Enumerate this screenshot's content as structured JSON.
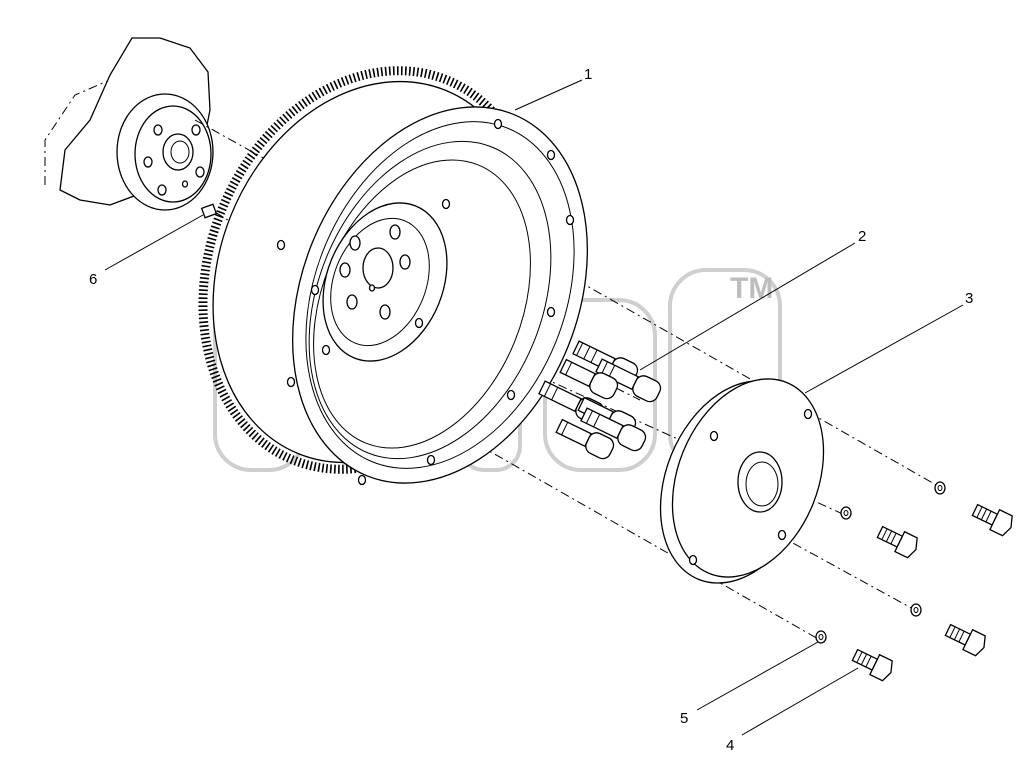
{
  "callouts": [
    {
      "id": "1",
      "label": "1"
    },
    {
      "id": "2",
      "label": "2"
    },
    {
      "id": "3",
      "label": "3"
    },
    {
      "id": "4",
      "label": "4"
    },
    {
      "id": "5",
      "label": "5"
    },
    {
      "id": "6",
      "label": "6"
    }
  ],
  "watermark": {
    "trademark": "TM"
  }
}
